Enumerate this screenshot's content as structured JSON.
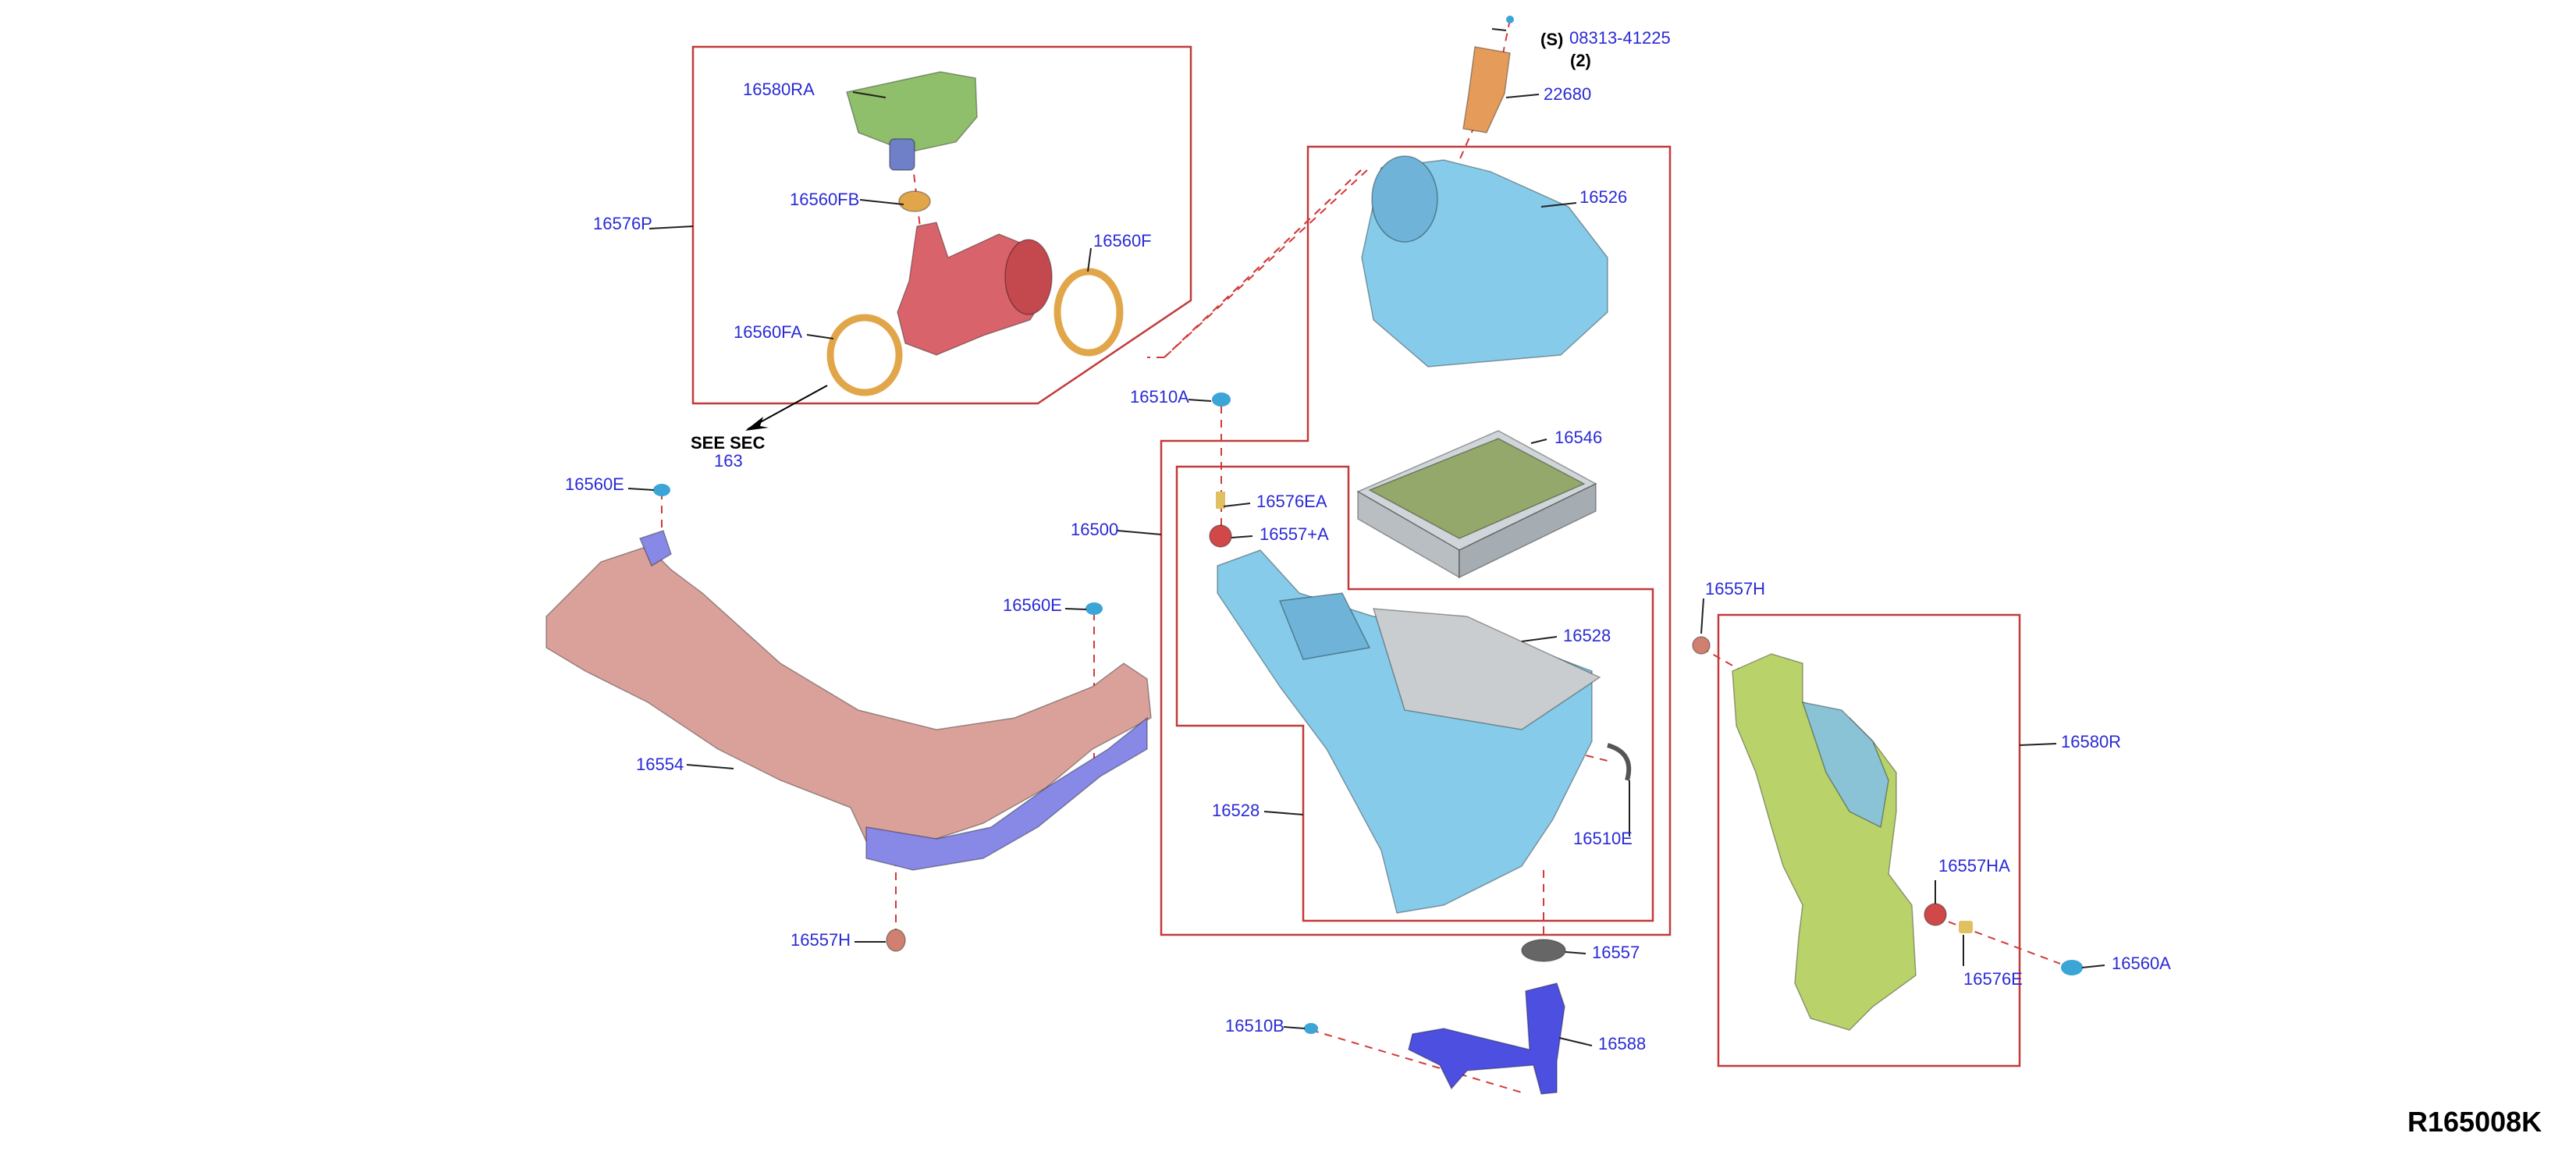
{
  "diagram_id": "R165008K",
  "see_sec": {
    "line1": "SEE SEC",
    "line2": "163"
  },
  "callouts": {
    "p16580RA": "16580RA",
    "p16560FB": "16560FB",
    "p16576P": "16576P",
    "p16560F": "16560F",
    "p16560FA": "16560FA",
    "s_prefix": "(S)",
    "p08313_41225": "08313-41225",
    "qty2": "(2)",
    "p22680": "22680",
    "p16526": "16526",
    "p16510A": "16510A",
    "p16546": "16546",
    "p16576EA": "16576EA",
    "p16557_A": "16557+A",
    "p16500": "16500",
    "p16560E_left": "16560E",
    "p16560E_mid": "16560E",
    "p16557H_right": "16557H",
    "p16528_top": "16528",
    "p16554": "16554",
    "p16580R": "16580R",
    "p16528_bottom": "16528",
    "p16510E": "16510E",
    "p16557HA": "16557HA",
    "p16557H_bottom": "16557H",
    "p16557": "16557",
    "p16560A": "16560A",
    "p16576E": "16576E",
    "p16510B": "16510B",
    "p16588": "16588"
  },
  "colors": {
    "label": "#2a2ad6",
    "frame": "#c23a3a",
    "resonator_green": "#8fbf6a",
    "duct_red": "#d9636a",
    "clamp_orange": "#e2a64a",
    "airbox_blue": "#86cbe9",
    "filter_green": "#93a86a",
    "duct_pink": "#d9a19a",
    "bracket_blue": "#4d4fe0",
    "tank_green": "#b9d36a"
  }
}
